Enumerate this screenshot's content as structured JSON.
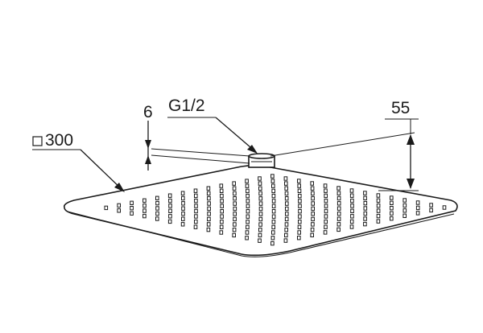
{
  "labels": {
    "size": "300",
    "thread": "G1/2",
    "offset": "6",
    "height": "55"
  },
  "colors": {
    "line": "#1a1a1a",
    "background": "#ffffff"
  },
  "icons": {
    "square_symbol": "square-dimension-symbol"
  }
}
